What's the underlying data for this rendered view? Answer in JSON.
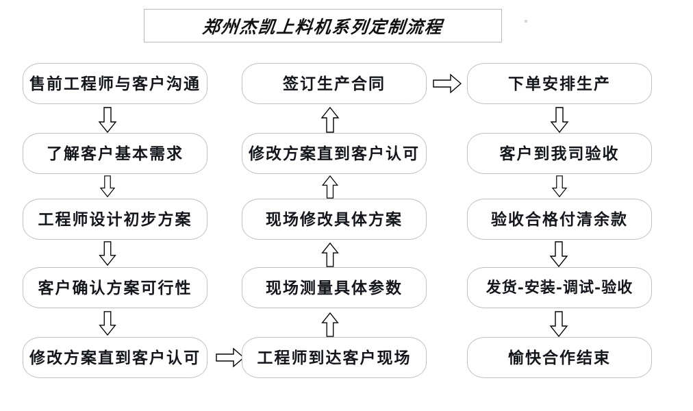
{
  "title": {
    "text": "郑州杰凯上料机系列定制流程"
  },
  "flow": {
    "left_column": {
      "direction": "top-to-bottom",
      "nodes": [
        {
          "id": "presales-communication",
          "label": "售前工程师与客户沟通"
        },
        {
          "id": "understand-needs",
          "label": "了解客户基本需求"
        },
        {
          "id": "engineer-draft-plan",
          "label": "工程师设计初步方案"
        },
        {
          "id": "customer-confirm-plan",
          "label": "客户确认方案可行性"
        },
        {
          "id": "revise-until-approved-1",
          "label": "修改方案直到客户认可"
        }
      ]
    },
    "middle_column": {
      "direction": "bottom-to-top",
      "nodes": [
        {
          "id": "sign-contract",
          "label": "签订生产合同"
        },
        {
          "id": "revise-until-approved-2",
          "label": "修改方案直到客户认可"
        },
        {
          "id": "onsite-revise-plan",
          "label": "现场修改具体方案"
        },
        {
          "id": "onsite-measure-params",
          "label": "现场测量具体参数"
        },
        {
          "id": "engineer-arrive-onsite",
          "label": "工程师到达客户现场"
        }
      ]
    },
    "right_column": {
      "direction": "top-to-bottom",
      "nodes": [
        {
          "id": "place-order-production",
          "label": "下单安排生产"
        },
        {
          "id": "customer-inspection",
          "label": "客户到我司验收"
        },
        {
          "id": "pay-balance",
          "label": "验收合格付清余款"
        },
        {
          "id": "ship-install-test-accept",
          "label": "发货-安装-调试-验收"
        },
        {
          "id": "cooperation-complete",
          "label": "愉快合作结束"
        }
      ]
    }
  },
  "connectors": [
    {
      "id": "left-1-2",
      "icon": "arrow-down-icon"
    },
    {
      "id": "left-2-3",
      "icon": "arrow-down-icon"
    },
    {
      "id": "left-3-4",
      "icon": "arrow-down-icon"
    },
    {
      "id": "left-4-5",
      "icon": "arrow-down-icon"
    },
    {
      "id": "left-to-mid",
      "icon": "arrow-right-icon"
    },
    {
      "id": "mid-5-4",
      "icon": "arrow-up-icon"
    },
    {
      "id": "mid-4-3",
      "icon": "arrow-up-icon"
    },
    {
      "id": "mid-3-2",
      "icon": "arrow-up-icon"
    },
    {
      "id": "mid-2-1",
      "icon": "arrow-up-icon"
    },
    {
      "id": "mid-to-right",
      "icon": "arrow-right-icon"
    },
    {
      "id": "right-1-2",
      "icon": "arrow-down-icon"
    },
    {
      "id": "right-2-3",
      "icon": "arrow-down-icon"
    },
    {
      "id": "right-3-4",
      "icon": "arrow-down-icon"
    },
    {
      "id": "right-4-5",
      "icon": "arrow-down-icon"
    }
  ],
  "colors": {
    "background": "#ffffff",
    "node_border": "#c0c0c0",
    "title_border": "#b8b8b8",
    "text": "#14161c",
    "arrow_stroke": "#000000",
    "arrow_fill": "#ffffff"
  }
}
